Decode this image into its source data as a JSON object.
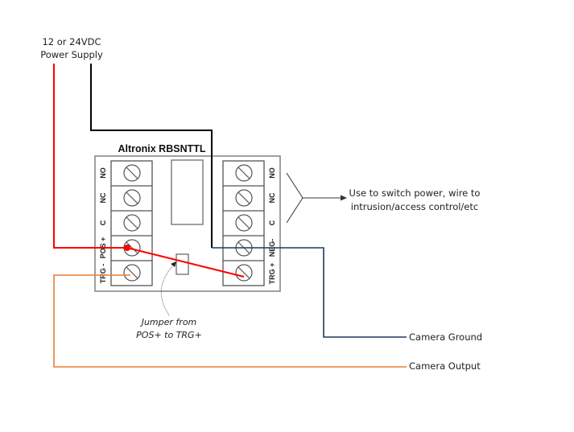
{
  "diagram": {
    "power_supply_label_line1": "12 or 24VDC",
    "power_supply_label_line2": "Power Supply",
    "board_title": "Altronix RBSNTTL",
    "left_terminals": [
      "NO",
      "NC",
      "C",
      "POS +",
      "TRG -"
    ],
    "right_terminals": [
      "NO",
      "NC",
      "C",
      "NEG-",
      "TRG +"
    ],
    "relay_note_line1": "Use to switch power, wire to",
    "relay_note_line2": "intrusion/access control/etc",
    "jumper_note_line1": "Jumper from",
    "jumper_note_line2": "POS+ to TRG+",
    "camera_ground_label": "Camera Ground",
    "camera_output_label": "Camera Output"
  },
  "colors": {
    "positive_wire": "#ff0000",
    "negative_wire": "#000000",
    "ground_wire": "#1f3a5f",
    "output_wire": "#ed7d31",
    "board_outline": "#808080"
  }
}
